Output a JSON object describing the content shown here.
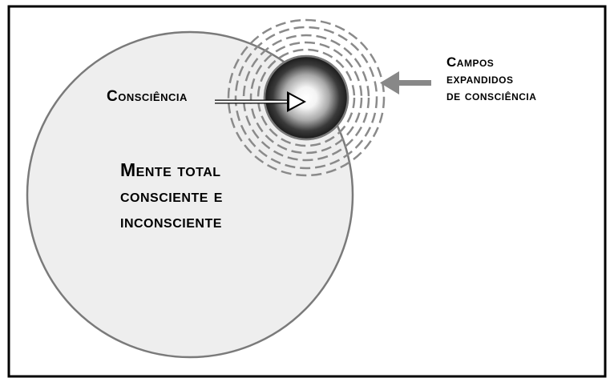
{
  "labels": {
    "consciencia": "Consciência",
    "mente_line1": "Mente total",
    "mente_line2": "consciente e",
    "mente_line3": "inconsciente",
    "campos_line1": "Campos",
    "campos_line2": "expandidos",
    "campos_line3": "de consciência"
  },
  "colors": {
    "frame": "#000000",
    "big_circle_fill": "#eeeeee",
    "big_circle_stroke": "#7a7a7a",
    "dashed_rings": "#8a8a8a",
    "arrow_grey": "#888888",
    "arrow_white": "#ffffff"
  }
}
